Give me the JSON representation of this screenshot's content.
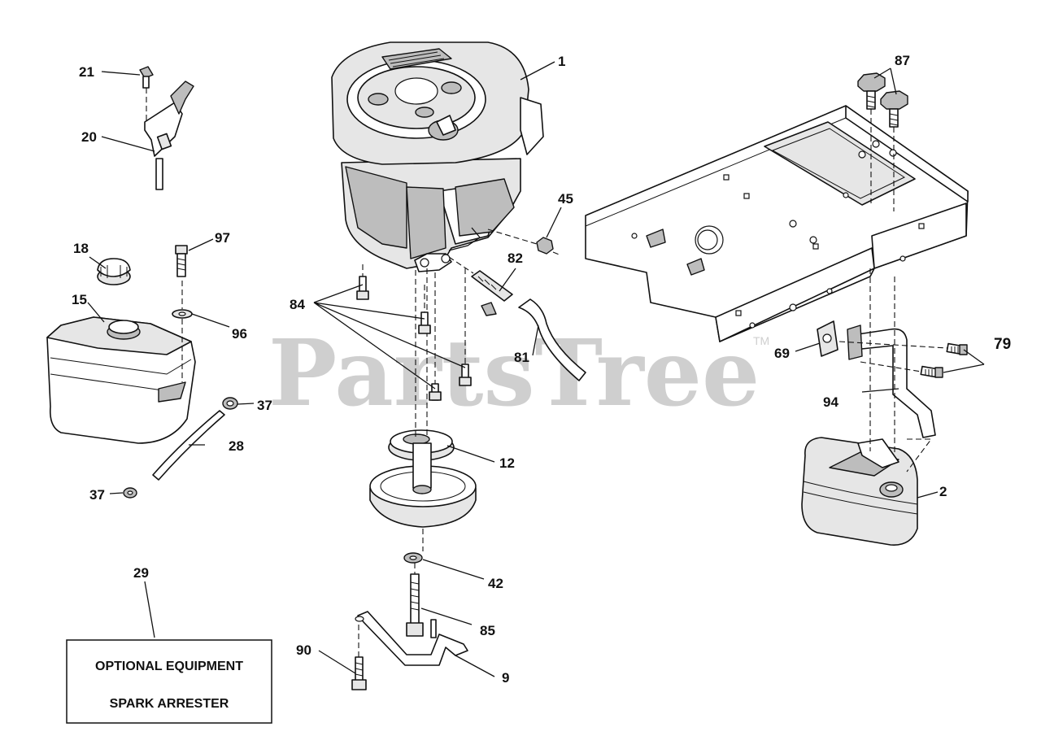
{
  "watermark": {
    "text": "PartsTree",
    "tm": "TM"
  },
  "optional_box": {
    "line1": "OPTIONAL EQUIPMENT",
    "line2": "SPARK ARRESTER"
  },
  "callouts": {
    "c1": "1",
    "c2": "2",
    "c9": "9",
    "c12": "12",
    "c15": "15",
    "c18": "18",
    "c20": "20",
    "c21": "21",
    "c28": "28",
    "c29": "29",
    "c37a": "37",
    "c37b": "37",
    "c42": "42",
    "c45": "45",
    "c69": "69",
    "c79": "79",
    "c81": "81",
    "c82": "82",
    "c84": "84",
    "c85": "85",
    "c87": "87",
    "c90": "90",
    "c94": "94",
    "c96": "96",
    "c97": "97"
  }
}
